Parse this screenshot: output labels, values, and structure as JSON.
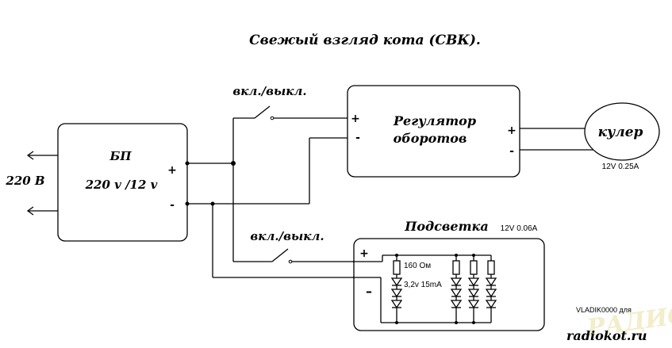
{
  "title": "Свежый взгляд кота (СВК).",
  "mains": {
    "label": "220 В"
  },
  "power_supply": {
    "name": "БП",
    "rating": "220 v /12 v",
    "plus": "+",
    "minus": "-"
  },
  "switches": [
    {
      "label": "вкл./выкл."
    },
    {
      "label": "вкл./выкл."
    }
  ],
  "regulator": {
    "line1": "Регулятор",
    "line2": "оборотов",
    "in_plus": "+",
    "in_minus": "-",
    "out_plus": "+",
    "out_minus": "-"
  },
  "cooler": {
    "name": "кулер",
    "rating": "12V 0.25A"
  },
  "backlight": {
    "name": "Подсветка",
    "rating": "12V 0.06A",
    "plus": "+",
    "minus": "–",
    "resistor": "160 Ом",
    "led": "3,2v 15mA",
    "branches": 4,
    "leds_per_branch": 3
  },
  "credit": {
    "author": "VLADIK0000 для",
    "site": "radiokot.ru",
    "watermark": "РАДИОКОТ"
  }
}
